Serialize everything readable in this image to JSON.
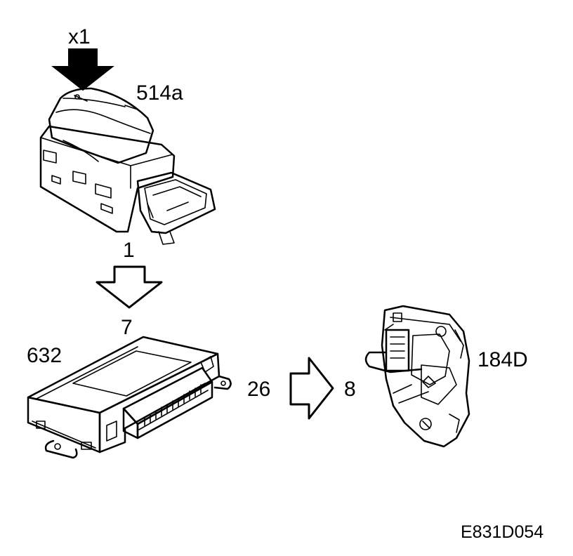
{
  "labels": {
    "press_multiplier": "x1",
    "switch_part": "514a",
    "switch_pin": "1",
    "module_pin_in": "7",
    "module_part": "632",
    "module_pin_out": "26",
    "lock_pin": "8",
    "lock_part": "184D",
    "figure_ref": "E831D054"
  }
}
